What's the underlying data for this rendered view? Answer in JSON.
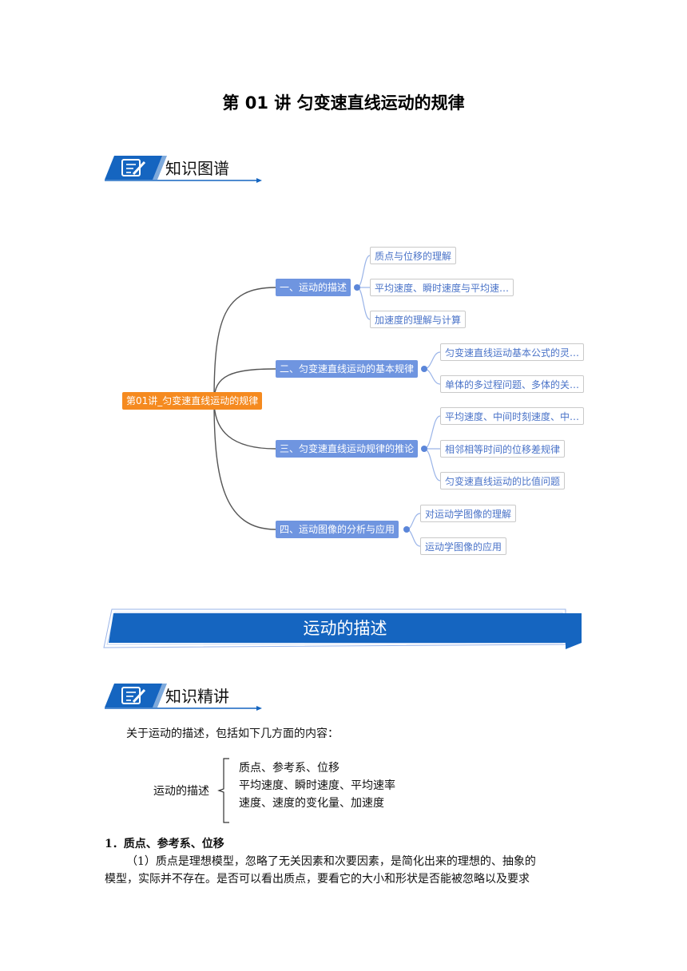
{
  "page_title": "第 01 讲  匀变速直线运动的规律",
  "section1": {
    "label": "知识图谱"
  },
  "mindmap": {
    "root": "第01讲_匀变速直线运动的规律",
    "branches": [
      {
        "label": "一、运动的描述",
        "children": [
          "质点与位移的理解",
          "平均速度、瞬时速度与平均速…",
          "加速度的理解与计算"
        ]
      },
      {
        "label": "二、匀变速直线运动的基本规律",
        "children": [
          "匀变速直线运动基本公式的灵…",
          "单体的多过程问题、多体的关…"
        ]
      },
      {
        "label": "三、匀变速直线运动规律的推论",
        "children": [
          "平均速度、中间时刻速度、中…",
          "相邻相等时间的位移差规律",
          "匀变速直线运动的比值问题"
        ]
      },
      {
        "label": "四、运动图像的分析与应用",
        "children": [
          "对运动学图像的理解",
          "运动学图像的应用"
        ]
      }
    ]
  },
  "banner": {
    "title": "运动的描述"
  },
  "section2": {
    "label": "知识精讲"
  },
  "intro": "关于运动的描述，包括如下几方面的内容：",
  "bracket": {
    "label": "运动的描述",
    "items": [
      "质点、参考系、位移",
      "平均速度、瞬时速度、平均速率",
      "速度、速度的变化量、加速度"
    ]
  },
  "heading1": "1．质点、参考系、位移",
  "para1_line1": "（1）质点是理想模型，忽略了无关因素和次要因素，是简化出来的理想的、抽象的",
  "para1_line2": "模型，实际并不存在。是否可以看出质点，要看它的大小和形状是否能被忽略以及要求",
  "colors": {
    "accent_blue": "#1565c0",
    "node_blue": "#6f95e0",
    "root_orange": "#f58a1f",
    "leaf_text": "#4a73c8"
  }
}
